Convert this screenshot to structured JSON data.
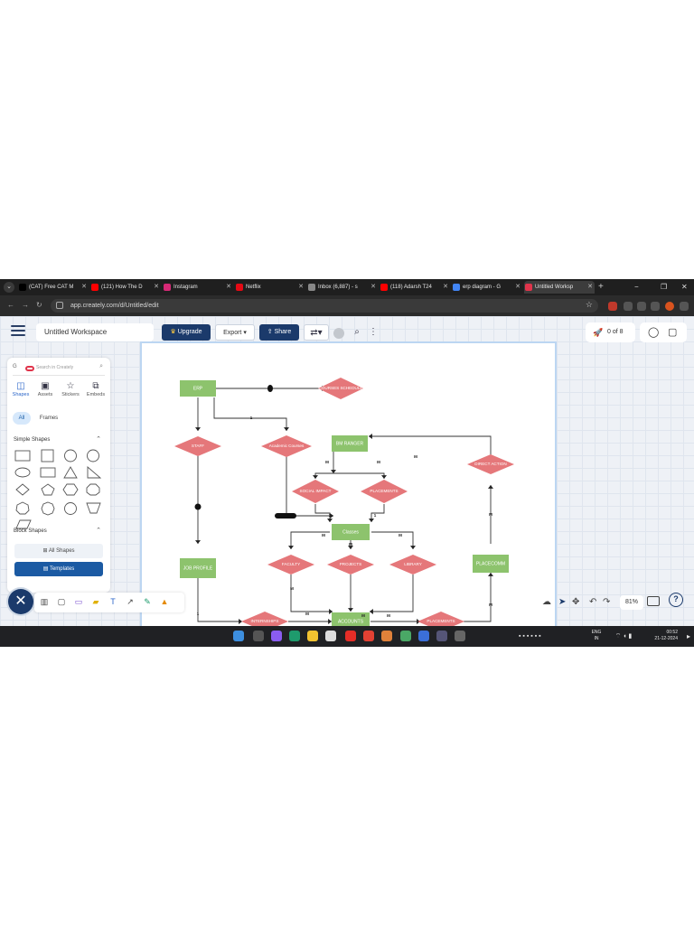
{
  "browser": {
    "tabs": [
      {
        "label": "(CAT) Free CAT M",
        "color": "#000000",
        "active": false
      },
      {
        "label": "(121) How The D",
        "color": "#ff0000",
        "active": false
      },
      {
        "label": "Instagram",
        "color": "#d62976",
        "active": false
      },
      {
        "label": "Netflix",
        "color": "#e50914",
        "active": false
      },
      {
        "label": "Inbox (6,887) - s",
        "color": "#888888",
        "active": false
      },
      {
        "label": "(118) Adarsh T24",
        "color": "#ff0000",
        "active": false
      },
      {
        "label": "erp diagram - G",
        "color": "#4285f4",
        "active": false
      },
      {
        "label": "Untitled Worksp",
        "color": "#e0344b",
        "active": true
      }
    ],
    "new_tab": "+",
    "url": "app.creately.com/d/Untitled/edit",
    "window_controls": [
      "−",
      "❐",
      "✕"
    ]
  },
  "toolbar": {
    "workspace_title": "Untitled Workspace",
    "upgrade_label": "Upgrade",
    "export_label": "Export ▾",
    "share_label": "Share",
    "pages_label": "0 of 8"
  },
  "panel": {
    "search_placeholder": "Search in Creately",
    "tabs": [
      "Shapes",
      "Assets",
      "Stickers",
      "Embeds"
    ],
    "chips": [
      "All",
      "Frames"
    ],
    "simple_shapes_title": "Simple Shapes",
    "block_shapes_title": "Block Shapes",
    "all_shapes_label": "All Shapes",
    "templates_label": "Templates"
  },
  "diagram": {
    "rect_color": "#8dc36d",
    "diamond_color": "#e5777a",
    "nodes": {
      "erp": "ERP",
      "courses_schedule": "COURSES SCHEDULE",
      "staff": "STAFF",
      "academic_courses": "Academic Courses",
      "bm_ranger": "BM RANGER",
      "direct_action": "DIRECT ACTION",
      "social_impact": "SOCIAL IMPACT",
      "placements_top": "PLACEMENTS",
      "classes": "Classes",
      "job_profile": "JOB PROFILE",
      "faculty": "FACULTY",
      "projects": "PROJECTS",
      "library": "LIBRARY",
      "placecomm": "PLACECOMM",
      "internships": "INTERNSHIPS",
      "accounts": "ACCOUNTS",
      "placements_bottom": "PLACEMENTS"
    },
    "cardinality": {
      "one": "1",
      "many": "M",
      "n": "N"
    }
  },
  "bottom": {
    "close_icon": "✕",
    "zoom": "81%",
    "help": "?"
  },
  "taskbar": {
    "lang1": "ENG",
    "lang2": "IN",
    "time": "00:52",
    "date": "21-12-2024"
  }
}
